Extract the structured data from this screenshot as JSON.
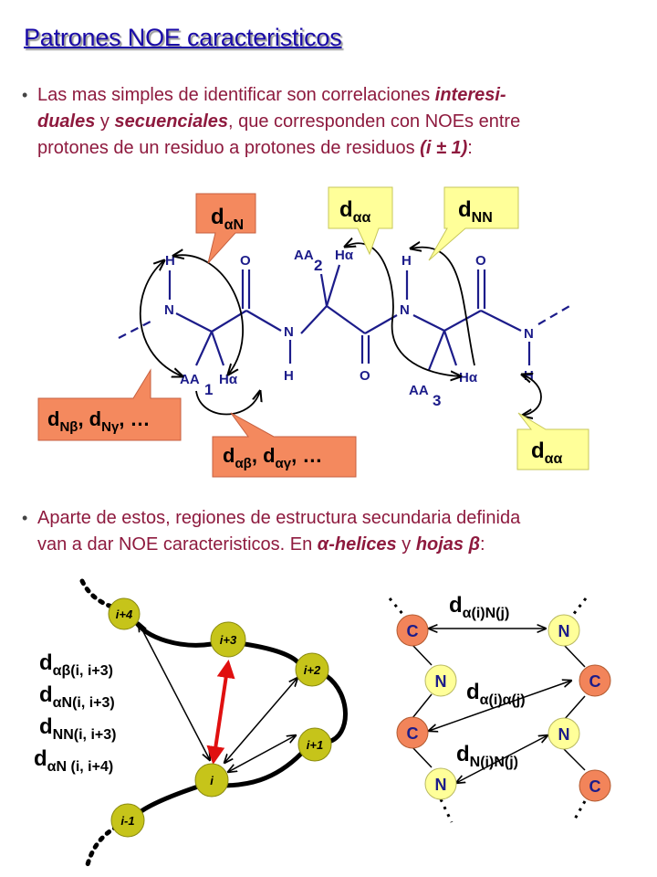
{
  "title": "Patrones NOE caracteristicos",
  "bullet1": {
    "line1": [
      "Las mas simples de identificar son correlaciones ",
      "interesi-"
    ],
    "line2": [
      "duales",
      " y ",
      "secuenciales",
      ", que corresponden con NOEs entre"
    ],
    "line3": [
      "protones de un residuo a protones de residuos ",
      "(i ± 1)",
      ":"
    ]
  },
  "bullet2": {
    "line1": "Aparte de estos, regiones de estructura secundaria definida",
    "line2": [
      "van a dar NOE caracteristicos. En ",
      "α-helices",
      " y ",
      "hojas β",
      ":"
    ]
  },
  "molecule": {
    "H": "H",
    "N": "N",
    "O": "O",
    "Ha": "Hα",
    "AA1": "AA",
    "AA1_sub": "1",
    "AA2": "AA",
    "AA2_sub": "2",
    "AA3": "AA",
    "AA3_sub": "3"
  },
  "callouts": {
    "daN": {
      "d": "d",
      "sub": "αN"
    },
    "daa_top": {
      "d": "d",
      "sub": "αα"
    },
    "dNN": {
      "d": "d",
      "sub": "NN"
    },
    "dNb": {
      "d": "d",
      "sub1": "Nβ",
      "mid": ", d",
      "sub2": "Nγ",
      "end": ", …"
    },
    "dab": {
      "d": "d",
      "sub1": "αβ",
      "mid": ", d",
      "sub2": "αγ",
      "end": ", …"
    },
    "daa_bottom": {
      "d": "d",
      "sub": "αα"
    }
  },
  "helix": {
    "nodes": [
      "i+4",
      "i+3",
      "i+2",
      "i+1",
      "i",
      "i-1"
    ],
    "labels": [
      {
        "d": "d",
        "sub": "αβ(i, i+3)"
      },
      {
        "d": "d",
        "sub": "αN(i, i+3)"
      },
      {
        "d": "d",
        "sub": "NN(i, i+3)"
      },
      {
        "d": "d",
        "sub": "αN (i, i+4)"
      }
    ]
  },
  "sheet": {
    "C": "C",
    "N": "N",
    "label1": {
      "d": "d",
      "sub": "α(i)N(j)"
    },
    "label2": {
      "d": "d",
      "sub": "α(i)α(j)"
    },
    "label3": {
      "d": "d",
      "sub": "N(i)N(j)"
    }
  },
  "colors": {
    "title": "#1a0aa8",
    "text": "#8e1a3e",
    "bond": "#1c1c8a",
    "callout_orange": "#f4895e",
    "callout_yellow": "#ffff99",
    "node_olive": "#c6c41a",
    "node_C": "#f2845a",
    "node_N": "#ffff99",
    "arrow_red": "#e01010"
  }
}
